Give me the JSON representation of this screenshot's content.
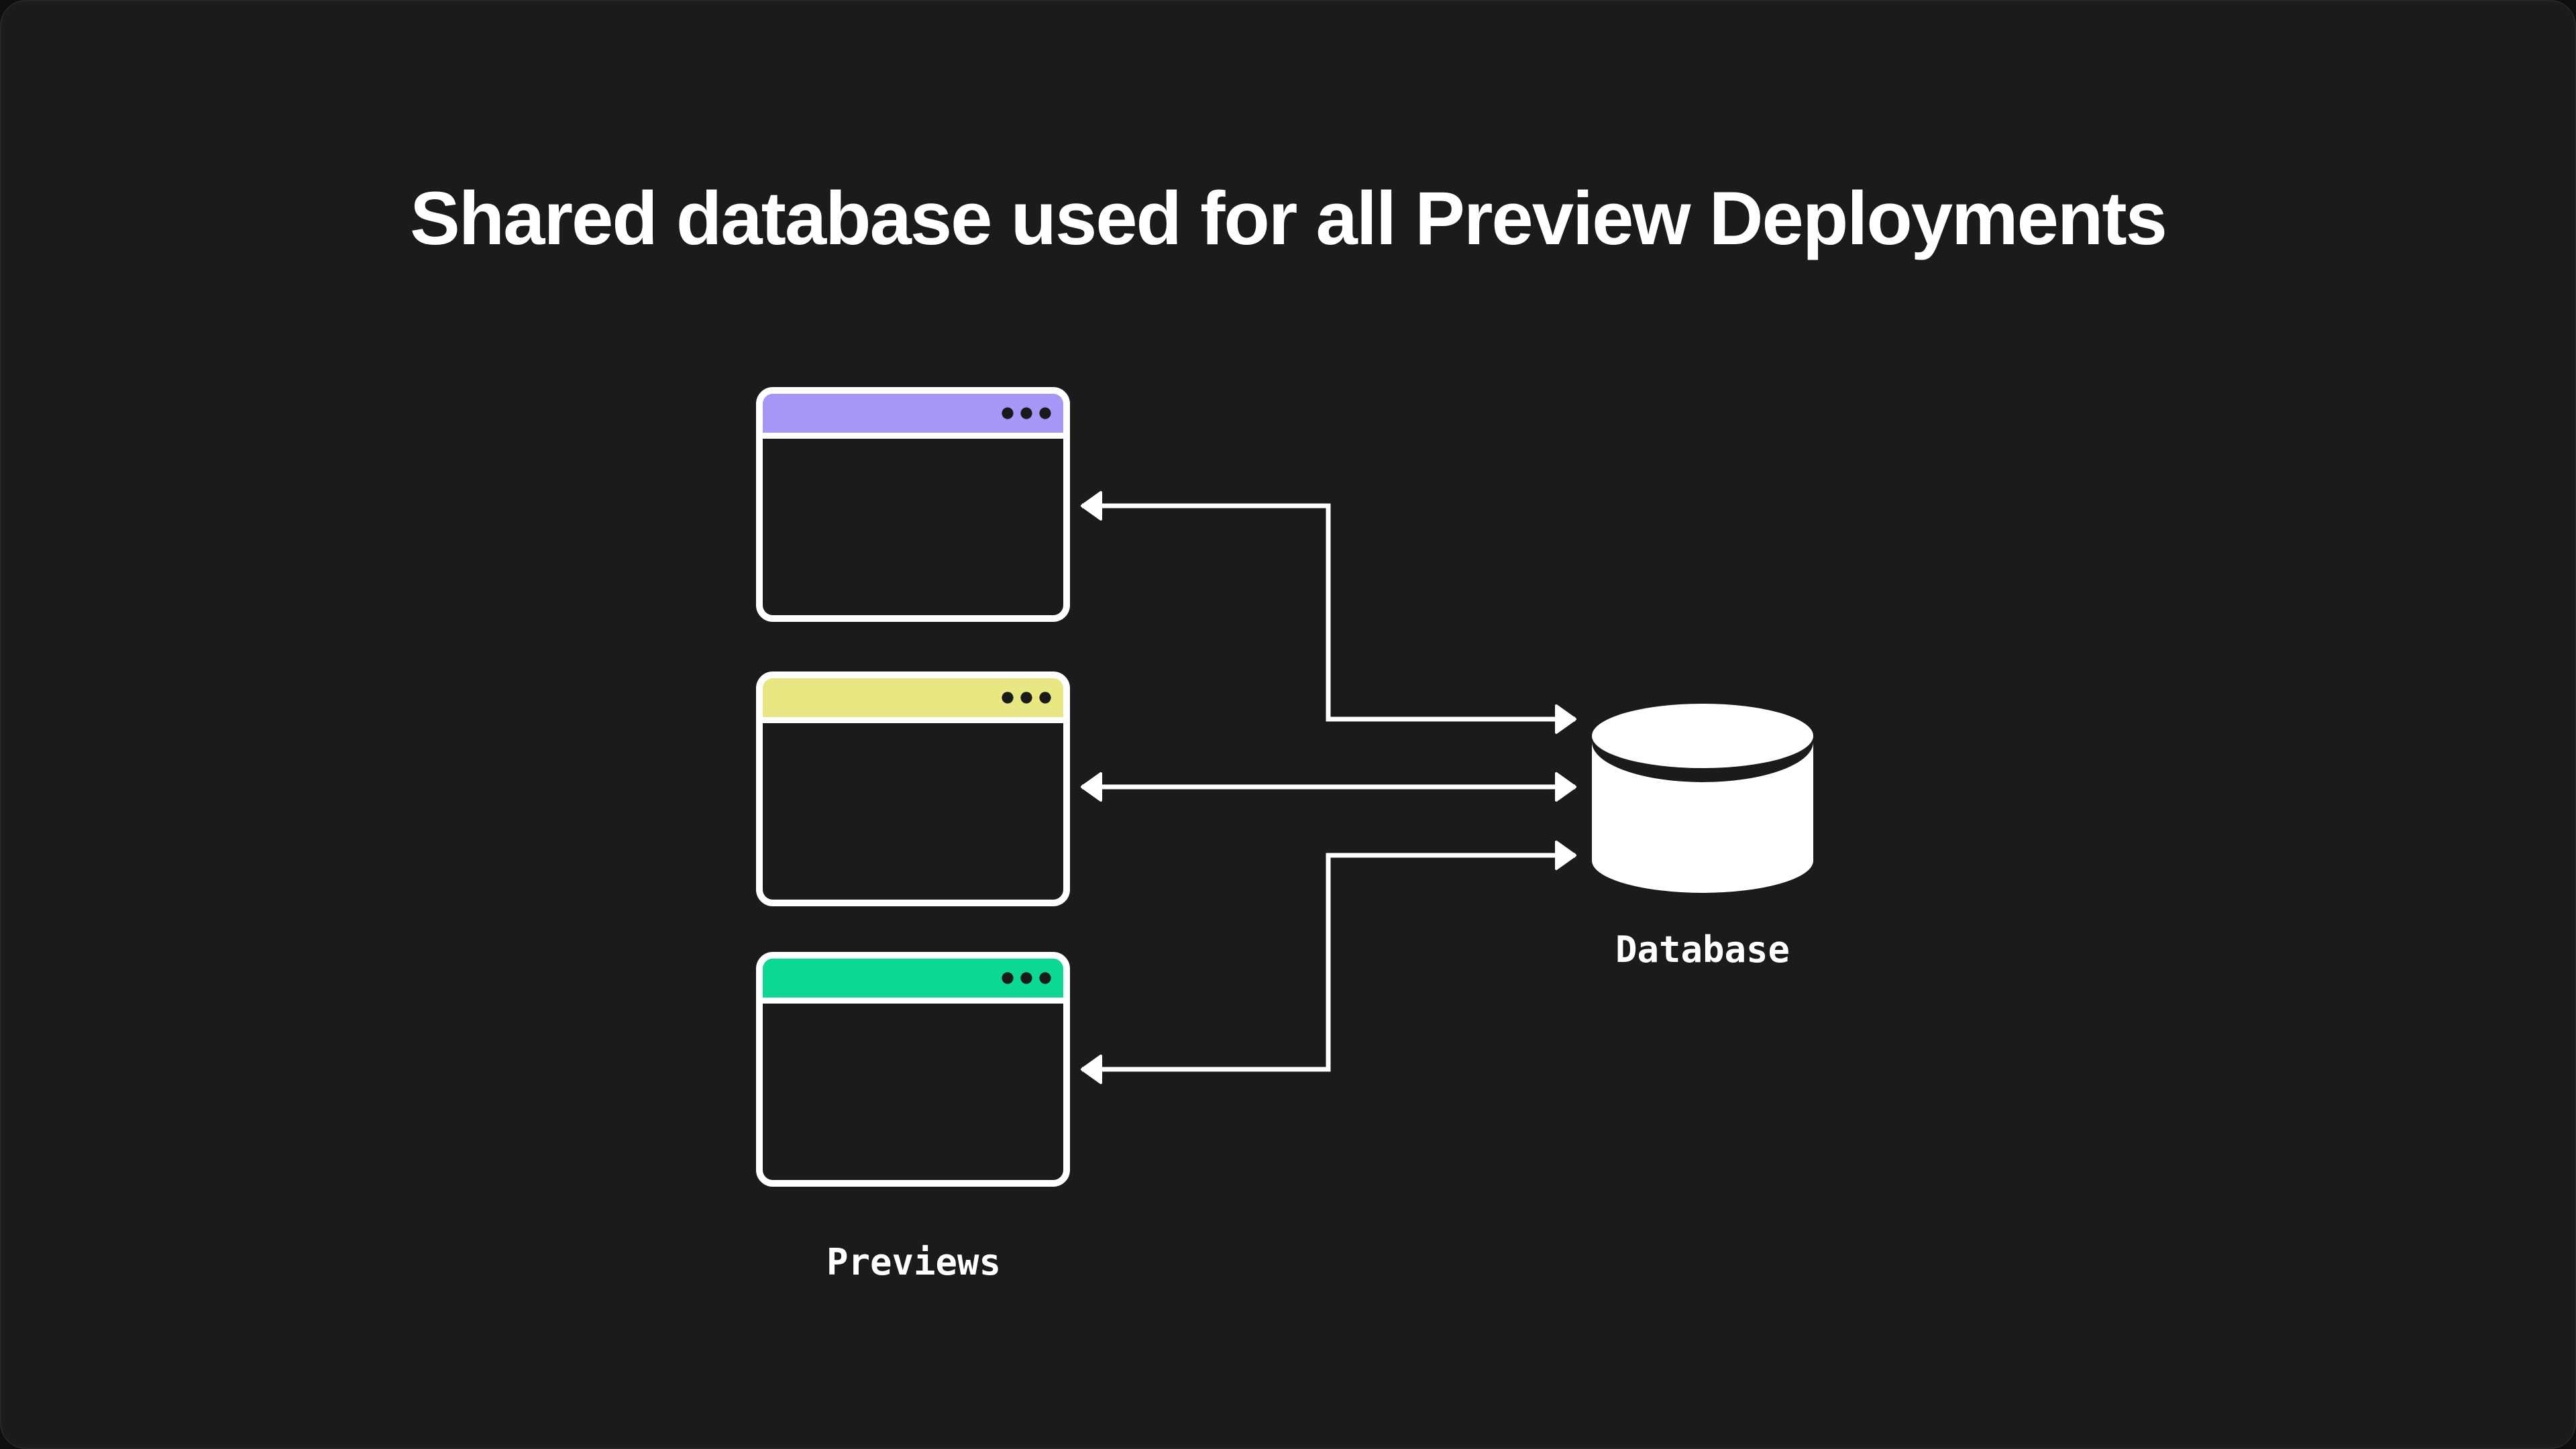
{
  "title": {
    "text": "Shared database used for all Preview Deployments"
  },
  "diagram": {
    "previews_label": "Previews",
    "database_label": "Database",
    "windows": [
      {
        "name": "preview-deployment-1",
        "header_color": "#a796f5"
      },
      {
        "name": "preview-deployment-2",
        "header_color": "#e9e782"
      },
      {
        "name": "preview-deployment-3",
        "header_color": "#0bd991"
      }
    ],
    "connections": [
      {
        "from": "preview-deployment-1",
        "to": "database",
        "direction": "bidirectional"
      },
      {
        "from": "preview-deployment-2",
        "to": "database",
        "direction": "bidirectional"
      },
      {
        "from": "preview-deployment-3",
        "to": "database",
        "direction": "bidirectional"
      }
    ],
    "colors": {
      "background": "#1c1b1b",
      "foreground": "#ffffff",
      "window_dots": "#1b1a1a"
    }
  }
}
